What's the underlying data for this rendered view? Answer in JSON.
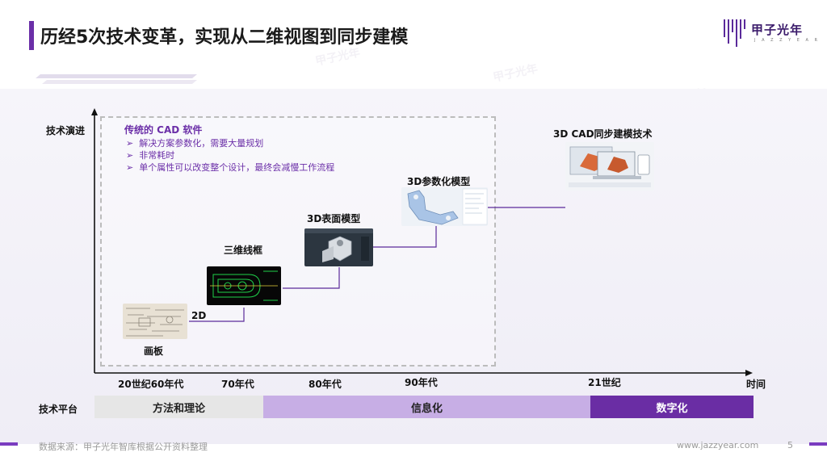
{
  "header": {
    "title": "历经5次技术变革，实现从二维视图到同步建模"
  },
  "brand": {
    "logo_text": "甲子光年",
    "logo_sub": "J A Z Z Y E A R"
  },
  "colors": {
    "accent": "#6b2fa8",
    "light": "#c7aee5",
    "mid": "#b892e0",
    "dark": "#6a2da4",
    "gray": "#e6e6e6"
  },
  "axes": {
    "y_label": "技术演进",
    "x_label": "时间"
  },
  "cad_box": {
    "title": "传统的 CAD 软件",
    "bullets": [
      "解决方案参数化，需要大量规划",
      "非常耗时",
      "单个属性可以改变整个设计，最终会减慢工作流程"
    ]
  },
  "stages": {
    "drawing_board": "画板",
    "two_d": "2D",
    "wireframe": "三维线框",
    "surface": "3D表面模型",
    "parametric": "3D参数化模型",
    "sync": "3D CAD同步建模技术"
  },
  "timeline": [
    "20世纪60年代",
    "70年代",
    "80年代",
    "90年代",
    "21世纪"
  ],
  "platform": {
    "label": "技术平台",
    "segments": [
      "方法和理论",
      "信息化",
      "数字化"
    ]
  },
  "footer": {
    "source": "数据来源：甲子光年智库根据公开资料整理",
    "url": "www.jazzyear.com",
    "page": "5"
  },
  "watermark": "甲子光年"
}
